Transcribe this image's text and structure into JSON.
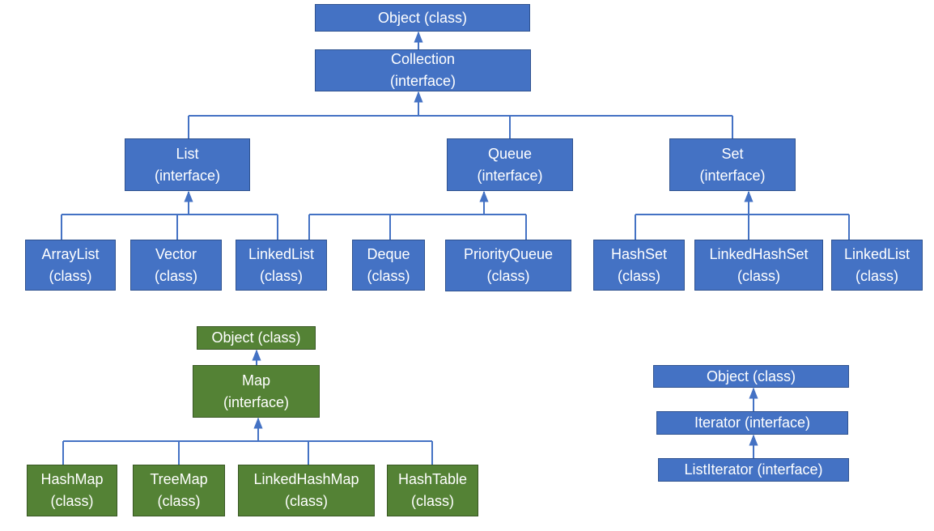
{
  "colors": {
    "collection_fill": "#4472C4",
    "collection_border": "#2F528F",
    "map_fill": "#548235",
    "map_border": "#385723",
    "line": "#4472C4",
    "text": "#FFFFFF"
  },
  "nodes": {
    "coll_object": {
      "name": "Object (class)",
      "kind": ""
    },
    "collection": {
      "name": "Collection",
      "kind": "(interface)"
    },
    "list": {
      "name": "List",
      "kind": "(interface)"
    },
    "queue": {
      "name": "Queue",
      "kind": "(interface)"
    },
    "set": {
      "name": "Set",
      "kind": "(interface)"
    },
    "arraylist": {
      "name": "ArrayList",
      "kind": "(class)"
    },
    "vector": {
      "name": "Vector",
      "kind": "(class)"
    },
    "linkedlist_list": {
      "name": "LinkedList",
      "kind": "(class)"
    },
    "deque": {
      "name": "Deque",
      "kind": "(class)"
    },
    "priorityqueue": {
      "name": "PriorityQueue",
      "kind": "(class)"
    },
    "hashset": {
      "name": "HashSet",
      "kind": "(class)"
    },
    "linkedhashset": {
      "name": "LinkedHashSet",
      "kind": "(class)"
    },
    "linkedlist_set": {
      "name": "LinkedList",
      "kind": "(class)"
    },
    "map_object": {
      "name": "Object (class)",
      "kind": ""
    },
    "map": {
      "name": "Map",
      "kind": "(interface)"
    },
    "hashmap": {
      "name": "HashMap",
      "kind": "(class)"
    },
    "treemap": {
      "name": "TreeMap",
      "kind": "(class)"
    },
    "linkedhashmap": {
      "name": "LinkedHashMap",
      "kind": "(class)"
    },
    "hashtable": {
      "name": "HashTable",
      "kind": "(class)"
    },
    "iter_object": {
      "name": "Object (class)",
      "kind": ""
    },
    "iterator": {
      "name": "Iterator (interface)",
      "kind": ""
    },
    "listiterator": {
      "name": "ListIterator (interface)",
      "kind": ""
    }
  },
  "edges": [
    {
      "from": "collection",
      "to": "coll_object"
    },
    {
      "from": "list",
      "to": "collection"
    },
    {
      "from": "queue",
      "to": "collection"
    },
    {
      "from": "set",
      "to": "collection"
    },
    {
      "from": "arraylist",
      "to": "list"
    },
    {
      "from": "vector",
      "to": "list"
    },
    {
      "from": "linkedlist_list",
      "to": "list"
    },
    {
      "from": "linkedlist_list",
      "to": "queue"
    },
    {
      "from": "deque",
      "to": "queue"
    },
    {
      "from": "priorityqueue",
      "to": "queue"
    },
    {
      "from": "hashset",
      "to": "set"
    },
    {
      "from": "linkedhashset",
      "to": "set"
    },
    {
      "from": "linkedlist_set",
      "to": "set"
    },
    {
      "from": "map",
      "to": "map_object"
    },
    {
      "from": "hashmap",
      "to": "map"
    },
    {
      "from": "treemap",
      "to": "map"
    },
    {
      "from": "linkedhashmap",
      "to": "map"
    },
    {
      "from": "hashtable",
      "to": "map"
    },
    {
      "from": "iterator",
      "to": "iter_object"
    },
    {
      "from": "listiterator",
      "to": "iterator"
    }
  ]
}
